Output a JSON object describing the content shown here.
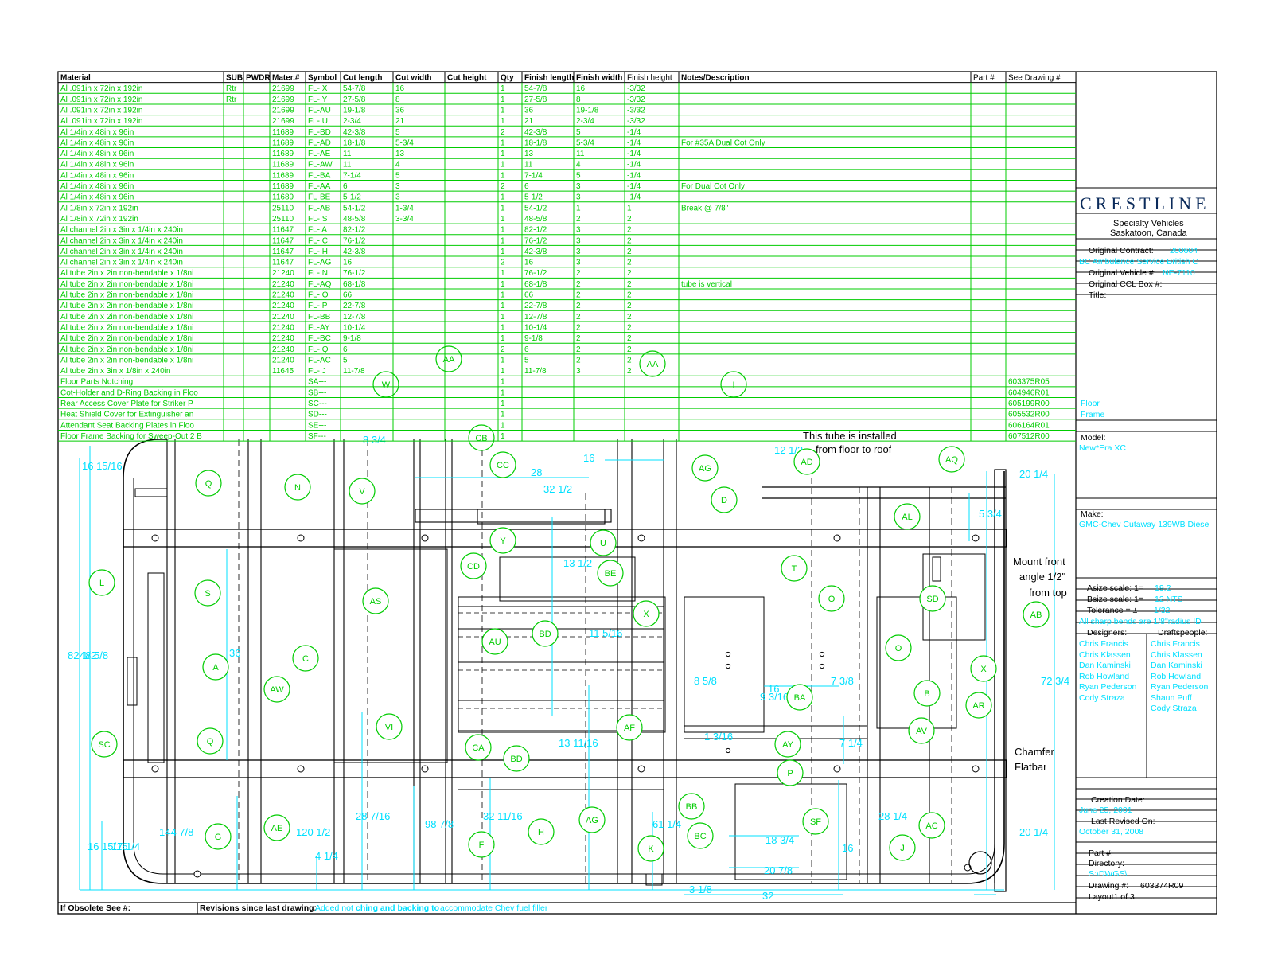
{
  "columns": [
    "Material",
    "SUB",
    "PWDR",
    "Mater.#",
    "Symbol",
    "Cut length",
    "Cut width",
    "Cut height",
    "Qty",
    "Finish length",
    "Finish width",
    "Finish height",
    "Notes/Description",
    "Part #",
    "See Drawing #"
  ],
  "rows": [
    [
      "Al .091in x 72in x 192in",
      "Rtr",
      "",
      "21699",
      "FL- X",
      "54-7/8",
      "16",
      "",
      "1",
      "54-7/8",
      "16",
      "-3/32",
      "",
      "",
      ""
    ],
    [
      "Al .091in x 72in x 192in",
      "Rtr",
      "",
      "21699",
      "FL- Y",
      "27-5/8",
      "8",
      "",
      "1",
      "27-5/8",
      "8",
      "-3/32",
      "",
      "",
      ""
    ],
    [
      "Al .091in x 72in x 192in",
      "",
      "",
      "21699",
      "FL-AU",
      "19-1/8",
      "36",
      "",
      "1",
      "36",
      "19-1/8",
      "-3/32",
      "",
      "",
      ""
    ],
    [
      "Al .091in x 72in x 192in",
      "",
      "",
      "21699",
      "FL- U",
      "2-3/4",
      "21",
      "",
      "1",
      "21",
      "2-3/4",
      "-3/32",
      "",
      "",
      ""
    ],
    [
      "Al 1/4in x 48in x 96in",
      "",
      "",
      "11689",
      "FL-BD",
      "42-3/8",
      "5",
      "",
      "2",
      "42-3/8",
      "5",
      "-1/4",
      "",
      "",
      ""
    ],
    [
      "Al 1/4in x 48in x 96in",
      "",
      "",
      "11689",
      "FL-AD",
      "18-1/8",
      "5-3/4",
      "",
      "1",
      "18-1/8",
      "5-3/4",
      "-1/4",
      "For #35A Dual Cot Only",
      "",
      ""
    ],
    [
      "Al 1/4in x 48in x 96in",
      "",
      "",
      "11689",
      "FL-AE",
      "11",
      "13",
      "",
      "1",
      "13",
      "11",
      "-1/4",
      "",
      "",
      ""
    ],
    [
      "Al 1/4in x 48in x 96in",
      "",
      "",
      "11689",
      "FL-AW",
      "11",
      "4",
      "",
      "1",
      "11",
      "4",
      "-1/4",
      "",
      "",
      ""
    ],
    [
      "Al 1/4in x 48in x 96in",
      "",
      "",
      "11689",
      "FL-BA",
      "7-1/4",
      "5",
      "",
      "1",
      "7-1/4",
      "5",
      "-1/4",
      "",
      "",
      ""
    ],
    [
      "Al 1/4in x 48in x 96in",
      "",
      "",
      "11689",
      "FL-AA",
      "6",
      "3",
      "",
      "2",
      "6",
      "3",
      "-1/4",
      "For Dual Cot Only",
      "",
      ""
    ],
    [
      "Al 1/4in x 48in x 96in",
      "",
      "",
      "11689",
      "FL-BE",
      "5-1/2",
      "3",
      "",
      "1",
      "5-1/2",
      "3",
      "-1/4",
      "",
      "",
      ""
    ],
    [
      "Al 1/8in x 72in x 192in",
      "",
      "",
      "25110",
      "FL-AB",
      "54-1/2",
      "1-3/4",
      "",
      "1",
      "54-1/2",
      "1",
      "1",
      "Break @ 7/8\"",
      "",
      ""
    ],
    [
      "Al 1/8in x 72in x 192in",
      "",
      "",
      "25110",
      "FL- S",
      "48-5/8",
      "3-3/4",
      "",
      "1",
      "48-5/8",
      "2",
      "2",
      "",
      "",
      ""
    ],
    [
      "Al channel 2in x 3in x 1/4in x 240in",
      "",
      "",
      "11647",
      "FL- A",
      "82-1/2",
      "",
      "",
      "1",
      "82-1/2",
      "3",
      "2",
      "",
      "",
      ""
    ],
    [
      "Al channel 2in x 3in x 1/4in x 240in",
      "",
      "",
      "11647",
      "FL- C",
      "76-1/2",
      "",
      "",
      "1",
      "76-1/2",
      "3",
      "2",
      "",
      "",
      ""
    ],
    [
      "Al channel 2in x 3in x 1/4in x 240in",
      "",
      "",
      "11647",
      "FL- H",
      "42-3/8",
      "",
      "",
      "1",
      "42-3/8",
      "3",
      "2",
      "",
      "",
      ""
    ],
    [
      "Al channel 2in x 3in x 1/4in x 240in",
      "",
      "",
      "11647",
      "FL-AG",
      "16",
      "",
      "",
      "2",
      "16",
      "3",
      "2",
      "",
      "",
      ""
    ],
    [
      "Al tube 2in x 2in non-bendable x 1/8ni",
      "",
      "",
      "21240",
      "FL- N",
      "76-1/2",
      "",
      "",
      "1",
      "76-1/2",
      "2",
      "2",
      "",
      "",
      ""
    ],
    [
      "Al tube 2in x 2in non-bendable x 1/8ni",
      "",
      "",
      "21240",
      "FL-AQ",
      "68-1/8",
      "",
      "",
      "1",
      "68-1/8",
      "2",
      "2",
      "tube is vertical",
      "",
      ""
    ],
    [
      "Al tube 2in x 2in non-bendable x 1/8ni",
      "",
      "",
      "21240",
      "FL- O",
      "66",
      "",
      "",
      "1",
      "66",
      "2",
      "2",
      "",
      "",
      ""
    ],
    [
      "Al tube 2in x 2in non-bendable x 1/8ni",
      "",
      "",
      "21240",
      "FL- P",
      "22-7/8",
      "",
      "",
      "1",
      "22-7/8",
      "2",
      "2",
      "",
      "",
      ""
    ],
    [
      "Al tube 2in x 2in non-bendable x 1/8ni",
      "",
      "",
      "21240",
      "FL-BB",
      "12-7/8",
      "",
      "",
      "1",
      "12-7/8",
      "2",
      "2",
      "",
      "",
      ""
    ],
    [
      "Al tube 2in x 2in non-bendable x 1/8ni",
      "",
      "",
      "21240",
      "FL-AY",
      "10-1/4",
      "",
      "",
      "1",
      "10-1/4",
      "2",
      "2",
      "",
      "",
      ""
    ],
    [
      "Al tube 2in x 2in non-bendable x 1/8ni",
      "",
      "",
      "21240",
      "FL-BC",
      "9-1/8",
      "",
      "",
      "1",
      "9-1/8",
      "2",
      "2",
      "",
      "",
      ""
    ],
    [
      "Al tube 2in x 2in non-bendable x 1/8ni",
      "",
      "",
      "21240",
      "FL- Q",
      "6",
      "",
      "",
      "2",
      "6",
      "2",
      "2",
      "",
      "",
      ""
    ],
    [
      "Al tube 2in x 2in non-bendable x 1/8ni",
      "",
      "",
      "21240",
      "FL-AC",
      "5",
      "",
      "",
      "1",
      "5",
      "2",
      "2",
      "",
      "",
      ""
    ],
    [
      "Al tube 2in x 3in x 1/8in x 240in",
      "",
      "",
      "11645",
      "FL- J",
      "11-7/8",
      "",
      "",
      "1",
      "11-7/8",
      "3",
      "2",
      "",
      "",
      ""
    ],
    [
      "Floor Parts Notching",
      "",
      "",
      "",
      "SA---",
      "",
      "",
      "",
      "1",
      "",
      "",
      "",
      "",
      "",
      "603375R05"
    ],
    [
      "Cot-Holder and D-Ring Backing in Floo",
      "",
      "",
      "",
      "SB---",
      "",
      "",
      "",
      "1",
      "",
      "",
      "",
      "",
      "",
      "604946R01"
    ],
    [
      "Rear Access Cover Plate for Striker P",
      "",
      "",
      "",
      "SC---",
      "",
      "",
      "",
      "1",
      "",
      "",
      "",
      "",
      "",
      "605199R00"
    ],
    [
      "Heat Shield Cover for Extinguisher an",
      "",
      "",
      "",
      "SD---",
      "",
      "",
      "",
      "1",
      "",
      "",
      "",
      "",
      "",
      "605532R00"
    ],
    [
      "Attendant Seat Backing Plates in Floo",
      "",
      "",
      "",
      "SE---",
      "",
      "",
      "",
      "1",
      "",
      "",
      "",
      "",
      "",
      "606164R01"
    ],
    [
      "Floor Frame Backing for Sweep-Out 2 B",
      "",
      "",
      "",
      "SF---",
      "",
      "",
      "",
      "1",
      "",
      "",
      "",
      "",
      "",
      "607512R00"
    ]
  ],
  "callouts": [
    "Q",
    "N",
    "V",
    "CC",
    "CB",
    "AA",
    "AA",
    "W",
    "I",
    "AG",
    "D",
    "AD",
    "AQ",
    "AL",
    "U",
    "Y",
    "BE",
    "CD",
    "AS",
    "T",
    "SD",
    "O",
    "AB",
    "L",
    "S",
    "A",
    "C",
    "AU",
    "BD",
    "X",
    "O",
    "B",
    "X",
    "AR",
    "AW",
    "VI",
    "AF",
    "CA",
    "BD",
    "BA",
    "AY",
    "AV",
    "SC",
    "Q",
    "P",
    "BB",
    "SF",
    "AC",
    "G",
    "AE",
    "F",
    "H",
    "AG",
    "K",
    "BC",
    "J"
  ],
  "dims": [
    "16 15/16",
    "28",
    "32 1/2",
    "16",
    "12 1/2",
    "20 1/4",
    "5 3/4",
    "13 1/2",
    "82 1/2",
    "48 5/8",
    "36",
    "11 5/16",
    "8 5/8",
    "16",
    "9 3/16",
    "7 3/8",
    "72 3/4",
    "13 11/16",
    "1 3/16",
    "7 1/4",
    "28 7/16",
    "32 11/16",
    "98 7/8",
    "61 1/4",
    "144 7/8",
    "120 1/2",
    "4 1/4",
    "16 15/16",
    "17 1/4",
    "18 3/4",
    "20 7/8",
    "28 1/4",
    "20 1/4",
    "16",
    "32",
    "3 1/8",
    "8 3/4"
  ],
  "notes": {
    "tube_note_1": "This tube is installed",
    "tube_note_2": "from floor to roof",
    "mount_1": "Mount front",
    "mount_2": "angle 1/2\"",
    "mount_3": "from top",
    "chamfer_1": "Chamfer",
    "chamfer_2": "Flatbar"
  },
  "side": {
    "floor": "Floor",
    "frame": "Frame"
  },
  "title_block": {
    "logo": "CRESTLINE",
    "company_1": "Specialty Vehicles",
    "company_2": "Saskatoon, Canada",
    "original_contract_label": "Original Contract:",
    "original_contract": "200604",
    "client": "BC Ambulance Service British C",
    "original_vehicle_label": "Original Vehicle #:",
    "original_vehicle": "NE-7110",
    "ccl_box_label": "Original CCL Box #:",
    "title_label": "Title:",
    "model_label": "Model:",
    "model": "New*Era XC",
    "make_label": "Make:",
    "make": "GMC-Chev Cutaway 139WB Diesel",
    "asize_label": "Asize scale: 1=",
    "asize": "19.2",
    "bsize_label": "Bsize scale: 1=",
    "bsize": "12 NTS",
    "tolerance_label": "Tolerance = ±",
    "tolerance": "1/32",
    "sharp_bends": "All sharp bends are 1/8\"radius ID",
    "designers_label": "Designers:",
    "drafts_label": "Draftspeople:",
    "designers": [
      "Chris Francis",
      "Chris Klassen",
      "Dan Kaminski",
      "Rob Howland",
      "Ryan Pederson",
      "Cody Straza"
    ],
    "drafts": [
      "Chris Francis",
      "Chris Klassen",
      "Dan Kaminski",
      "Rob Howland",
      "Ryan Pederson",
      "Shaun Puff",
      "Cody Straza"
    ],
    "creation_label": "Creation Date:",
    "creation": "June 25, 2001",
    "revised_label": "Last Revised On:",
    "revised": "October 31, 2008",
    "part_label": "Part #:",
    "directory_label": "Directory:",
    "directory": "S:\\DWGS\\",
    "drawing_label": "Drawing #:",
    "drawing": "603374R09",
    "layout": "Layout1 of 3"
  },
  "bottom": {
    "obsolete_label": "If Obsolete See #:",
    "revisions_label": "Revisions since last drawing:",
    "revisions_1": "Added not",
    "revisions_2": "ching and backing to",
    "revisions_3": "accommodate Chev fuel filler"
  }
}
